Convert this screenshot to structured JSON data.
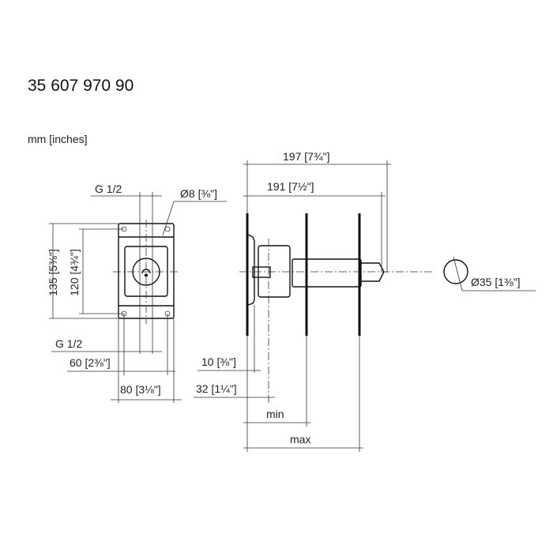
{
  "title": "35 607 970 90",
  "units": "mm [inches]",
  "dimensions": {
    "thread_top": "G 1/2",
    "thread_bottom": "G 1/2",
    "hole_dia": {
      "mm": "Ø8",
      "in": "[⅜\"]"
    },
    "height_outer": {
      "mm": "135",
      "in": "[5⅜\"]"
    },
    "height_inner": {
      "mm": "120",
      "in": "[4¾\"]"
    },
    "width_60": {
      "mm": "60",
      "in": "[2⅜\"]"
    },
    "width_80": {
      "mm": "80",
      "in": "[3⅛\"]"
    },
    "depth_10": {
      "mm": "10",
      "in": "[⅜\"]"
    },
    "depth_32": {
      "mm": "32",
      "in": "[1¼\"]"
    },
    "length_197": {
      "mm": "197",
      "in": "[7¾\"]"
    },
    "length_191": {
      "mm": "191",
      "in": "[7½\"]"
    },
    "min": "min",
    "max": "max",
    "spindle_dia": {
      "mm": "Ø35",
      "in": "[1⅜\"]"
    }
  }
}
